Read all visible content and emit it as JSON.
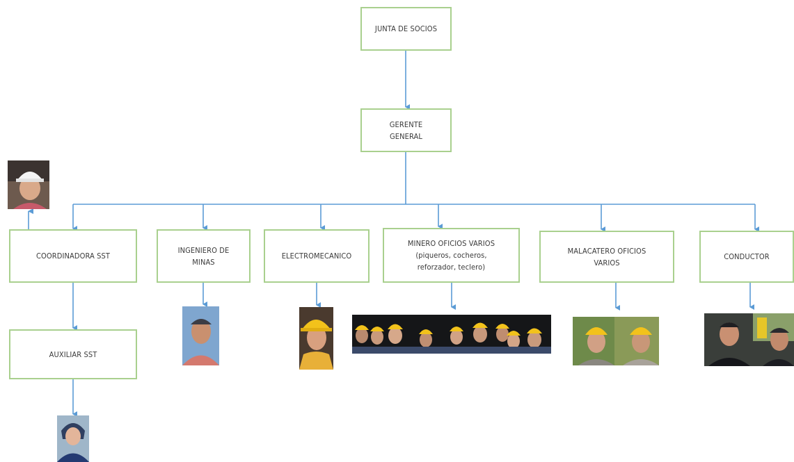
{
  "nodes": {
    "junta": {
      "lines": [
        "JUNTA DE SOCIOS"
      ]
    },
    "gerente": {
      "lines": [
        "GERENTE",
        "GENERAL"
      ]
    },
    "coordinadora": {
      "lines": [
        "COORDINADORA SST"
      ]
    },
    "ingeniero": {
      "lines": [
        "INGENIERO DE",
        "MINAS"
      ]
    },
    "electromecanico": {
      "lines": [
        "ELECTROMECANICO"
      ]
    },
    "minero": {
      "lines": [
        "MINERO OFICIOS VARIOS",
        "(piqueros, cocheros,",
        "reforzador, teclero)"
      ]
    },
    "malacatero": {
      "lines": [
        "MALACATERO OFICIOS",
        "VARIOS"
      ]
    },
    "conductor": {
      "lines": [
        "CONDUCTOR"
      ]
    },
    "auxiliar": {
      "lines": [
        "AUXILIAR SST"
      ]
    }
  },
  "colors": {
    "box_border": "#a9d08e",
    "connector": "#5b9bd5",
    "text": "#3a3a3a",
    "helmet_yellow": "#f2c21b",
    "helmet_white": "#f4f4f4"
  }
}
